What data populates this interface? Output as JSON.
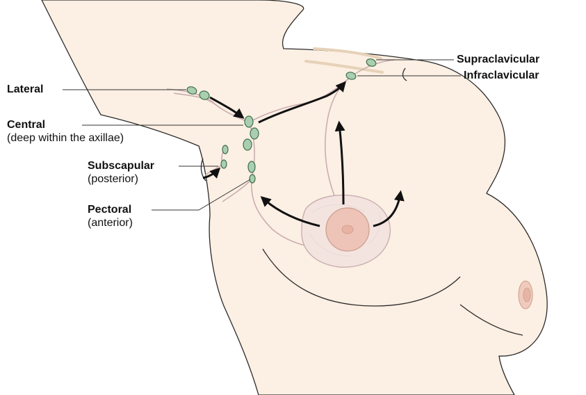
{
  "labels": {
    "lateral": "Lateral",
    "central": "Central",
    "central_note": "(deep within the axillae)",
    "subscapular": "Subscapular",
    "subscapular_note": "(posterior)",
    "pectoral": "Pectoral",
    "pectoral_note": "(anterior)",
    "supraclavicular": "Supraclavicular",
    "infraclavicular": "Infraclavicular"
  },
  "colors": {
    "skin": "#fcefe3",
    "lymph_node": "#a9cfb0",
    "lymph_vessel": "#c9aeb1",
    "areola": "#f4e4e0",
    "nipple": "#efc4b8",
    "arrow": "#111111"
  }
}
